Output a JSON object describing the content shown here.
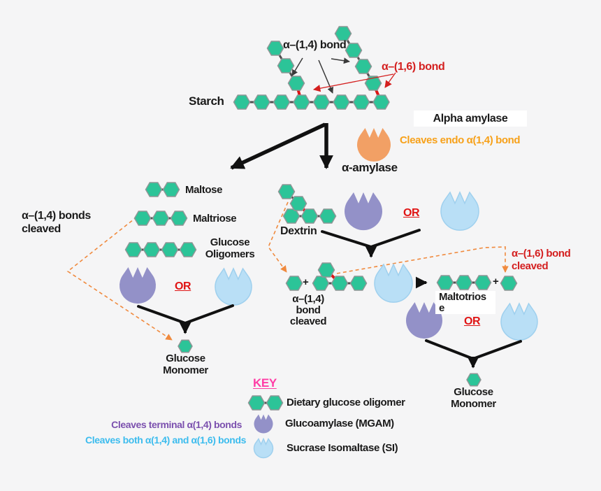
{
  "starch": {
    "label": "Starch",
    "alpha14_label": "α–(1,4) bond",
    "alpha16_label": "α–(1,6) bond"
  },
  "amylase": {
    "name_box": "Alpha amylase",
    "action": "Cleaves endo α(1,4) bond",
    "label": "α-amylase"
  },
  "left_pathway": {
    "maltose": "Maltose",
    "maltriose": "Maltriose",
    "glucose_oligomers": "Glucose Oligomers",
    "bonds_cleaved": "α–(1,4) bonds cleaved",
    "or": "OR",
    "glucose_monomer": "Glucose Monomer"
  },
  "right_pathway": {
    "dextrin": "Dextrin",
    "or_top": "OR",
    "plus_left": "+",
    "alpha14_cleaved": "α–(1,4) bond cleaved",
    "maltotriose_lines": [
      "Maltotrios",
      "e"
    ],
    "plus_right": "+",
    "alpha16_cleaved": "α–(1,6) bond cleaved",
    "or_bottom": "OR",
    "glucose_monomer": "Glucose Monomer"
  },
  "key": {
    "title": "KEY",
    "oligomer": "Dietary glucose oligomer",
    "mgam": "Glucoamylase (MGAM)",
    "si": "Sucrase Isomaltase (SI)"
  },
  "enzyme_actions": {
    "mgam": "Cleaves terminal α(1,4) bonds",
    "si": "Cleaves both α(1,4) and α(1,6) bonds"
  },
  "molecules": {
    "starch_main_units": 8,
    "starch_branch_left_units": 3,
    "starch_branch_right_units": 4,
    "maltose_units": 2,
    "maltriose_units": 3,
    "glucose_oligomer_units": 4,
    "dextrin_main_units": 3,
    "dextrin_branch_units": 2,
    "fragment_main_units": 3,
    "fragment_branch_units": 1,
    "maltotriose_units": 3,
    "key_oligomer_units": 2,
    "glucose_monomer_units": 1
  },
  "colors": {
    "hexagon": "#2cc498",
    "hexagon_stroke": "#8f9696",
    "bond": "#4f4f4f",
    "alpha16_bond": "#dd1515",
    "amylase_blob": "#f2a065",
    "mgam_blob": "#9391c8",
    "si_blob": "#b9dff6",
    "si_blob_stroke": "#9fd0ee",
    "dashed": "#f08a3e",
    "arrow_black": "#111111",
    "thin_arrow": "#3a3a3a",
    "red_text": "#d41f1f",
    "or_text": "#e01414",
    "orange_text": "#f7a11a",
    "key_title": "#ff3da6",
    "mgam_text": "#7b50ae",
    "si_text": "#3cbcee"
  }
}
